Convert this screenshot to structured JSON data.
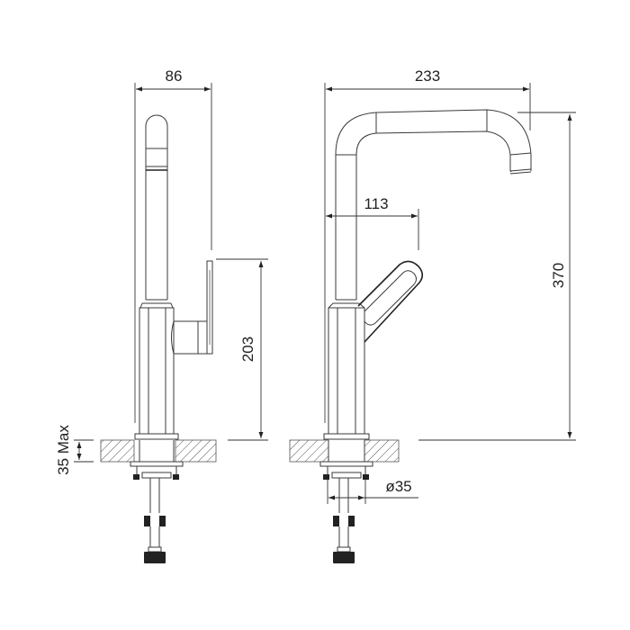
{
  "drawing": {
    "title": "Kitchen faucet technical dimension drawing",
    "colors": {
      "line": "#3a3a3a",
      "background": "#ffffff",
      "text": "#222222"
    },
    "side_view": {
      "dimensions": {
        "width": "86",
        "lever_height": "203",
        "mount_thickness": "35 Max"
      }
    },
    "front_view": {
      "dimensions": {
        "reach": "233",
        "lever_offset": "113",
        "total_height": "370",
        "hole_diameter": "ø35"
      }
    }
  }
}
